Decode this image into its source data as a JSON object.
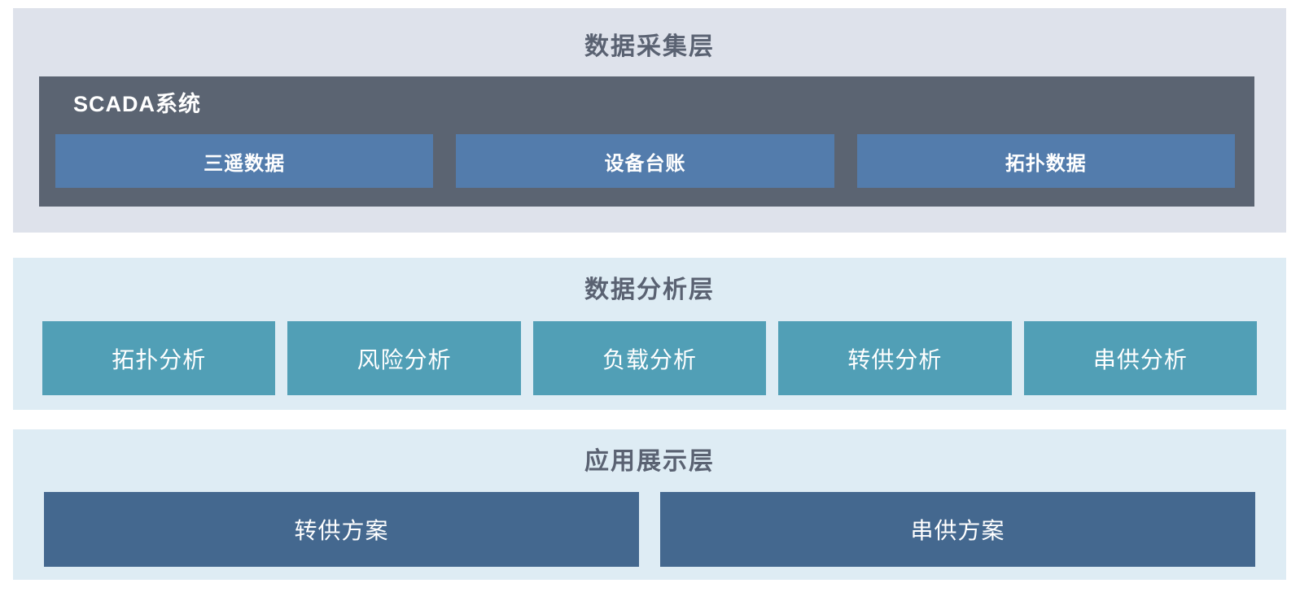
{
  "diagram": {
    "layers": {
      "collection": {
        "title": "数据采集层",
        "scada": {
          "title": "SCADA系统",
          "items": [
            {
              "label": "三遥数据"
            },
            {
              "label": "设备台账"
            },
            {
              "label": "拓扑数据"
            }
          ]
        }
      },
      "analysis": {
        "title": "数据分析层",
        "items": [
          {
            "label": "拓扑分析"
          },
          {
            "label": "风险分析"
          },
          {
            "label": "负载分析"
          },
          {
            "label": "转供分析"
          },
          {
            "label": "串供分析"
          }
        ]
      },
      "application": {
        "title": "应用展示层",
        "items": [
          {
            "label": "转供方案"
          },
          {
            "label": "串供方案"
          }
        ]
      }
    },
    "colors": {
      "collection_layer_bg": "#dee2eb",
      "analysis_layer_bg": "#deecf4",
      "application_layer_bg": "#deecf4",
      "scada_panel_bg": "#5b6472",
      "collection_box_bg": "#537cac",
      "analysis_box_bg": "#519fb6",
      "application_box_bg": "#44688f",
      "layer_title_color": "#5a6272",
      "box_text_color": "#ffffff"
    }
  }
}
